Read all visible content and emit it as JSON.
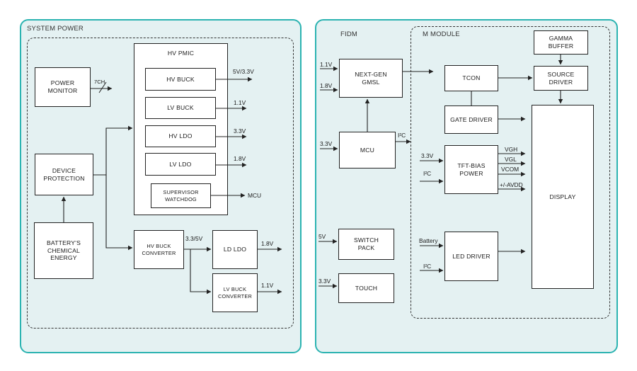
{
  "left_panel": {
    "title": "SYSTEM POWER",
    "hv_pmic": {
      "title": "HV PMIC",
      "hv_buck": "HV BUCK",
      "lv_buck": "LV BUCK",
      "hv_ldo": "HV LDO",
      "lv_ldo": "LV LDO",
      "supervisor_line1": "SUPERVISOR",
      "supervisor_line2": "WATCHDOG"
    },
    "power_monitor_line1": "POWER",
    "power_monitor_line2": "MONITOR",
    "device_protection_line1": "DEVICE",
    "device_protection_line2": "PROTECTION",
    "battery_line1": "BATTERY'S",
    "battery_line2": "CHEMICAL",
    "battery_line3": "ENERGY",
    "hv_buck_converter_line1": "HV BUCK",
    "hv_buck_converter_line2": "CONVERTER",
    "ld_ldo": "LD LDO",
    "lv_buck_converter_line1": "LV BUCK",
    "lv_buck_converter_line2": "CONVERTER",
    "labels": {
      "ch": "7CH",
      "out_hv_buck": "5V/3.3V",
      "out_lv_buck": "1.1V",
      "out_hv_ldo": "3.3V",
      "out_lv_ldo": "1.8V",
      "mcu": "MCU",
      "hv_buck_conv_out": "3.3/5V",
      "ld_ldo_out": "1.8V",
      "lv_buck_conv_out": "1.1V"
    }
  },
  "right_panel": {
    "title": "FIDM",
    "module_title": "M MODULE",
    "next_gen_line1": "NEXT-GEN",
    "next_gen_line2": "GMSL",
    "mcu": "MCU",
    "switch_pack_line1": "SWITCH",
    "switch_pack_line2": "PACK",
    "touch": "TOUCH",
    "tcon": "TCON",
    "gate_driver": "GATE DRIVER",
    "tft_bias_line1": "TFT-BIAS",
    "tft_bias_line2": "POWER",
    "led_driver": "LED DRIVER",
    "gamma_buffer_line1": "GAMMA",
    "gamma_buffer_line2": "BUFFER",
    "source_driver_line1": "SOURCE",
    "source_driver_line2": "DRIVER",
    "display": "DISPLAY",
    "labels": {
      "in_1v1": "1.1V",
      "in_1v8": "1.8V",
      "mcu_in": "3.3V",
      "i2c_mcu": "I²C",
      "switch_in": "5V",
      "touch_in": "3.3V",
      "tft_in": "3.3V",
      "tft_i2c": "I²C",
      "vgh": "VGH",
      "vgl": "VGL",
      "vcom": "VCOM",
      "avdd": "+/-AVDD",
      "battery": "Battery",
      "led_i2c": "I²C"
    }
  }
}
